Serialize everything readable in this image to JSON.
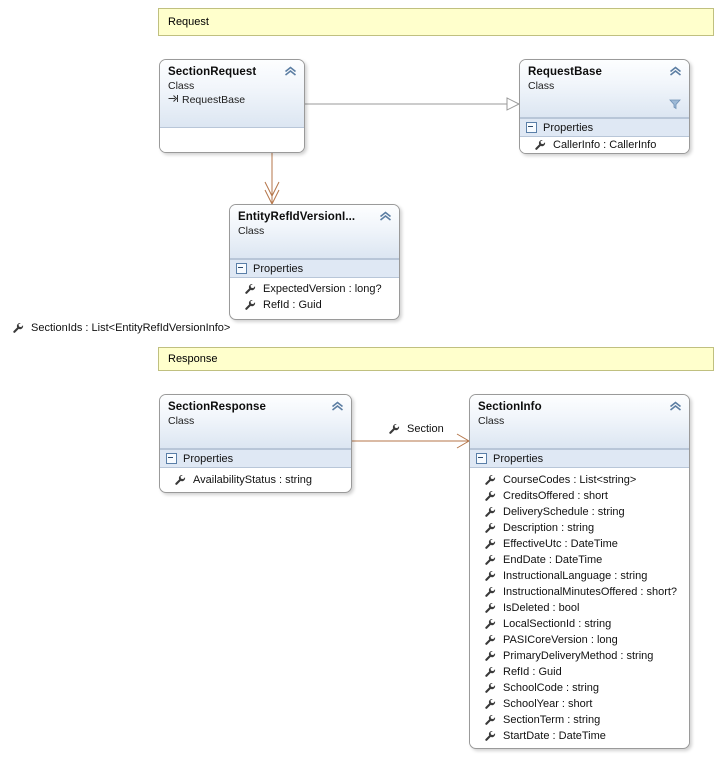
{
  "diagram": {
    "title": "Class Diagram",
    "background": "#ffffff"
  },
  "colors": {
    "band_fill": "#ffffcc",
    "band_border": "#c0c080",
    "class_border": "#9a9a9a",
    "header_gradient_top": "#fdfeff",
    "header_gradient_bottom": "#dce6f2",
    "compartment_fill": "#dfe8f4",
    "inheritance_line": "#9a9a9a",
    "association_line": "#b5764a",
    "wrench_icon": "#3a3a3a",
    "funnel_icon": "#7d9cc0"
  },
  "bands": [
    {
      "name": "request-band",
      "label": "Request"
    },
    {
      "name": "response-band",
      "label": "Response"
    }
  ],
  "classes": {
    "section_request": {
      "title": "SectionRequest",
      "kind": "Class",
      "base": "RequestBase",
      "base_icon": "inheritance-arrow-icon",
      "collapse_icon": "chevron-up-icon",
      "compartments": []
    },
    "request_base": {
      "title": "RequestBase",
      "kind": "Class",
      "collapse_icon": "chevron-up-icon",
      "filter_icon": "funnel-icon",
      "compartments": [
        {
          "name": "Properties",
          "members": [
            {
              "icon": "wrench-icon",
              "label": "CallerInfo : CallerInfo"
            }
          ]
        }
      ]
    },
    "entity_ref_id_version_info": {
      "title": "EntityRefIdVersionI...",
      "kind": "Class",
      "collapse_icon": "chevron-up-icon",
      "compartments": [
        {
          "name": "Properties",
          "members": [
            {
              "icon": "wrench-icon",
              "label": "ExpectedVersion : long?"
            },
            {
              "icon": "wrench-icon",
              "label": "RefId : Guid"
            }
          ]
        }
      ]
    },
    "section_response": {
      "title": "SectionResponse",
      "kind": "Class",
      "collapse_icon": "chevron-up-icon",
      "compartments": [
        {
          "name": "Properties",
          "members": [
            {
              "icon": "wrench-icon",
              "label": "AvailabilityStatus : string"
            }
          ]
        }
      ]
    },
    "section_info": {
      "title": "SectionInfo",
      "kind": "Class",
      "collapse_icon": "chevron-up-icon",
      "compartments": [
        {
          "name": "Properties",
          "members": [
            {
              "icon": "wrench-icon",
              "label": "CourseCodes : List<string>"
            },
            {
              "icon": "wrench-icon",
              "label": "CreditsOffered : short"
            },
            {
              "icon": "wrench-icon",
              "label": "DeliverySchedule : string"
            },
            {
              "icon": "wrench-icon",
              "label": "Description : string"
            },
            {
              "icon": "wrench-icon",
              "label": "EffectiveUtc : DateTime"
            },
            {
              "icon": "wrench-icon",
              "label": "EndDate : DateTime"
            },
            {
              "icon": "wrench-icon",
              "label": "InstructionalLanguage : string"
            },
            {
              "icon": "wrench-icon",
              "label": "InstructionalMinutesOffered : short?"
            },
            {
              "icon": "wrench-icon",
              "label": "IsDeleted : bool"
            },
            {
              "icon": "wrench-icon",
              "label": "LocalSectionId : string"
            },
            {
              "icon": "wrench-icon",
              "label": "PASICoreVersion : long"
            },
            {
              "icon": "wrench-icon",
              "label": "PrimaryDeliveryMethod : string"
            },
            {
              "icon": "wrench-icon",
              "label": "RefId : Guid"
            },
            {
              "icon": "wrench-icon",
              "label": "SchoolCode : string"
            },
            {
              "icon": "wrench-icon",
              "label": "SchoolYear : short"
            },
            {
              "icon": "wrench-icon",
              "label": "SectionTerm : string"
            },
            {
              "icon": "wrench-icon",
              "label": "StartDate : DateTime"
            }
          ]
        }
      ]
    }
  },
  "floating_members": [
    {
      "name": "section-ids-member",
      "icon": "wrench-icon",
      "label": "SectionIds : List<EntityRefIdVersionInfo>"
    }
  ],
  "association_labels": [
    {
      "name": "section-association-label",
      "icon": "wrench-icon",
      "label": "Section"
    }
  ],
  "connectors": [
    {
      "name": "sectionrequest-inherits-requestbase",
      "kind": "inheritance",
      "from": "SectionRequest",
      "to": "RequestBase"
    },
    {
      "name": "sectionrequest-to-entityrefidversioninfo",
      "kind": "association",
      "from": "SectionRequest",
      "to": "EntityRefIdVersionI..."
    },
    {
      "name": "sectionresponse-to-sectioninfo",
      "kind": "association",
      "from": "SectionResponse",
      "to": "SectionInfo"
    }
  ]
}
